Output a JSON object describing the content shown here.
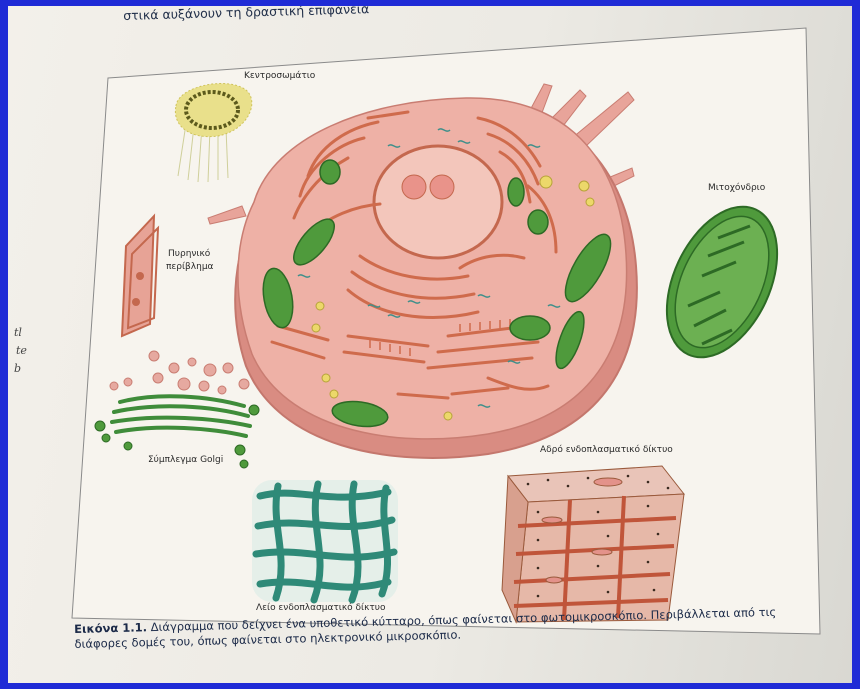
{
  "header_text": "στικά αυξάνουν τη δραστική επιφάνεια",
  "labels": {
    "centrosome": "Κεντροσωμάτιο",
    "nuclear_envelope_1": "Πυρηνικό",
    "nuclear_envelope_2": "περίβλημα",
    "mitochondrion": "Μιτοχόνδριο",
    "golgi": "Σύμπλεγμα Golgi",
    "rough_er": "Αδρό ενδοπλασματικό δίκτυο",
    "smooth_er": "Λείο ενδοπλασματικό δίκτυο"
  },
  "caption": {
    "figure_id": "Εικόνα 1.1.",
    "text": "Διάγραμμα που δείχνει ένα υποθετικό κύτταρο, όπως φαίνεται στο φωτομικροσκόπιο. Περιβάλλεται από τις διάφορες δομές του, όπως φαίνεται στο ηλεκτρονικό μικροσκόπιο."
  },
  "colors": {
    "border": "#1f2bd6",
    "cell_fill": "#e8a49a",
    "cell_edge": "#d27d74",
    "organelle_green": "#4f9a3c",
    "er_orange": "#cf6b4c",
    "smooth_er_teal": "#2f8a78",
    "rough_er_brown": "#c77b55",
    "centrosome_yellow": "#e9e08b"
  }
}
